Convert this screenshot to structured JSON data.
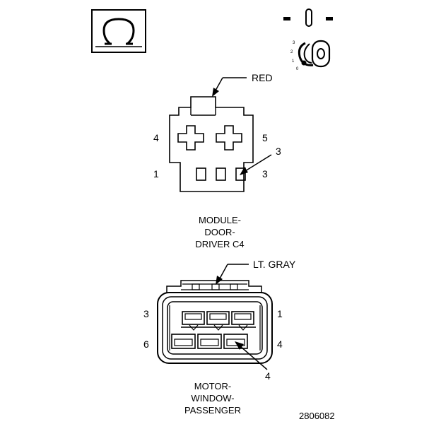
{
  "icons": {
    "ohmmeter": "ohm-symbol-icon",
    "ignition_switch": "ignition-key-icon",
    "ignition_positions": [
      "3",
      "2",
      "1",
      "0"
    ]
  },
  "connector_c4": {
    "wire_color_label": "RED",
    "pin_labels": {
      "top_left": "4",
      "top_right": "5",
      "bottom_left": "1",
      "bottom_right": "3"
    },
    "callout_pin": "3",
    "caption": [
      "MODULE-",
      "DOOR-",
      "DRIVER C4"
    ]
  },
  "connector_motor": {
    "wire_color_label": "LT. GRAY",
    "pin_labels": {
      "top_left": "3",
      "top_right": "1",
      "bottom_left": "6",
      "bottom_right": "4"
    },
    "callout_pin": "4",
    "caption": [
      "MOTOR-",
      "WINDOW-",
      "PASSENGER"
    ]
  },
  "figure_number": "2806082"
}
